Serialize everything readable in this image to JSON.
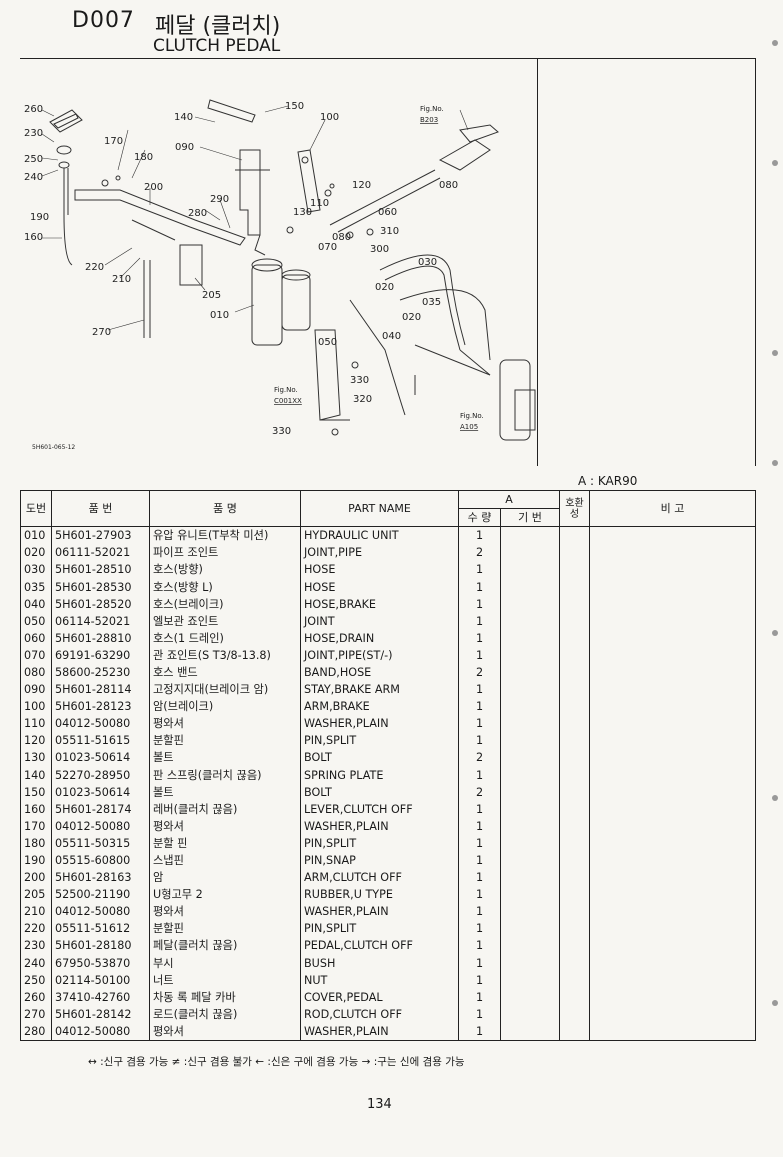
{
  "header": {
    "code": "D007",
    "title_kr": "페달 (클러치)",
    "title_en": "CLUTCH PEDAL"
  },
  "diagram": {
    "image_code": "5H601-065-12",
    "callouts": [
      "260",
      "230",
      "250",
      "240",
      "190",
      "160",
      "170",
      "180",
      "090",
      "140",
      "150",
      "100",
      "200",
      "290",
      "280",
      "220",
      "210",
      "270",
      "205",
      "010",
      "120",
      "110",
      "130",
      "060",
      "070",
      "080",
      "310",
      "300",
      "030",
      "020",
      "035",
      "020",
      "050",
      "040",
      "330",
      "320",
      "330",
      "080"
    ],
    "fig_refs": [
      {
        "line1": "Fig.No.",
        "line2": "B203"
      },
      {
        "line1": "Fig.No.",
        "line2": "C001XX"
      },
      {
        "line1": "Fig.No.",
        "line2": "A105"
      }
    ]
  },
  "model_note": "A : KAR90",
  "table": {
    "headers": {
      "ref": "도번",
      "part_no": "품    번",
      "name_kr": "품          명",
      "part_name": "PART  NAME",
      "group_a": "A",
      "qty": "수 량",
      "model": "기 번",
      "interchange": "호환성",
      "remarks": "비     고"
    },
    "rows": [
      {
        "ref": "010",
        "part_no": "5H601-27903",
        "name_kr": "유압 유니트(T부착 미션)",
        "part_name": "HYDRAULIC UNIT",
        "qty": "1"
      },
      {
        "ref": "020",
        "part_no": "06111-52021",
        "name_kr": "파이프 조인트",
        "part_name": "JOINT,PIPE",
        "qty": "2"
      },
      {
        "ref": "030",
        "part_no": "5H601-28510",
        "name_kr": "호스(방향)",
        "part_name": "HOSE",
        "qty": "1"
      },
      {
        "ref": "035",
        "part_no": "5H601-28530",
        "name_kr": "호스(방향 L)",
        "part_name": "HOSE",
        "qty": "1"
      },
      {
        "ref": "040",
        "part_no": "5H601-28520",
        "name_kr": "호스(브레이크)",
        "part_name": "HOSE,BRAKE",
        "qty": "1"
      },
      {
        "ref": "050",
        "part_no": "06114-52021",
        "name_kr": "엘보관 죠인트",
        "part_name": "JOINT",
        "qty": "1"
      },
      {
        "ref": "060",
        "part_no": "5H601-28810",
        "name_kr": "호스(1 드레인)",
        "part_name": "HOSE,DRAIN",
        "qty": "1"
      },
      {
        "ref": "070",
        "part_no": "69191-63290",
        "name_kr": "관 죠인트(S T3/8-13.8)",
        "part_name": "JOINT,PIPE(ST/-)",
        "qty": "1"
      },
      {
        "ref": "080",
        "part_no": "58600-25230",
        "name_kr": "호스 밴드",
        "part_name": "BAND,HOSE",
        "qty": "2"
      },
      {
        "ref": "090",
        "part_no": "5H601-28114",
        "name_kr": "고정지지대(브레이크 암)",
        "part_name": "STAY,BRAKE ARM",
        "qty": "1"
      },
      {
        "ref": "100",
        "part_no": "5H601-28123",
        "name_kr": "암(브레이크)",
        "part_name": "ARM,BRAKE",
        "qty": "1"
      },
      {
        "ref": "110",
        "part_no": "04012-50080",
        "name_kr": "평와셔",
        "part_name": "WASHER,PLAIN",
        "qty": "1"
      },
      {
        "ref": "120",
        "part_no": "05511-51615",
        "name_kr": "분할핀",
        "part_name": "PIN,SPLIT",
        "qty": "1"
      },
      {
        "ref": "130",
        "part_no": "01023-50614",
        "name_kr": "볼트",
        "part_name": "BOLT",
        "qty": "2"
      },
      {
        "ref": "140",
        "part_no": "52270-28950",
        "name_kr": "판 스프링(클러치 끊음)",
        "part_name": "SPRING PLATE",
        "qty": "1"
      },
      {
        "ref": "150",
        "part_no": "01023-50614",
        "name_kr": "볼트",
        "part_name": "BOLT",
        "qty": "2"
      },
      {
        "ref": "160",
        "part_no": "5H601-28174",
        "name_kr": "레버(클러치 끊음)",
        "part_name": "LEVER,CLUTCH OFF",
        "qty": "1"
      },
      {
        "ref": "170",
        "part_no": "04012-50080",
        "name_kr": "평와셔",
        "part_name": "WASHER,PLAIN",
        "qty": "1"
      },
      {
        "ref": "180",
        "part_no": "05511-50315",
        "name_kr": "분할 핀",
        "part_name": "PIN,SPLIT",
        "qty": "1"
      },
      {
        "ref": "190",
        "part_no": "05515-60800",
        "name_kr": "스냅핀",
        "part_name": "PIN,SNAP",
        "qty": "1"
      },
      {
        "ref": "200",
        "part_no": "5H601-28163",
        "name_kr": "암",
        "part_name": "ARM,CLUTCH OFF",
        "qty": "1"
      },
      {
        "ref": "205",
        "part_no": "52500-21190",
        "name_kr": "U형고무 2",
        "part_name": "RUBBER,U TYPE",
        "qty": "1"
      },
      {
        "ref": "210",
        "part_no": "04012-50080",
        "name_kr": "평와셔",
        "part_name": "WASHER,PLAIN",
        "qty": "1"
      },
      {
        "ref": "220",
        "part_no": "05511-51612",
        "name_kr": "분할핀",
        "part_name": "PIN,SPLIT",
        "qty": "1"
      },
      {
        "ref": "230",
        "part_no": "5H601-28180",
        "name_kr": "페달(클러치 끊음)",
        "part_name": "PEDAL,CLUTCH OFF",
        "qty": "1"
      },
      {
        "ref": "240",
        "part_no": "67950-53870",
        "name_kr": "부시",
        "part_name": "BUSH",
        "qty": "1"
      },
      {
        "ref": "250",
        "part_no": "02114-50100",
        "name_kr": "너트",
        "part_name": "NUT",
        "qty": "1"
      },
      {
        "ref": "260",
        "part_no": "37410-42760",
        "name_kr": "차동 록 페달 카바",
        "part_name": "COVER,PEDAL",
        "qty": "1"
      },
      {
        "ref": "270",
        "part_no": "5H601-28142",
        "name_kr": "로드(클러치 끊음)",
        "part_name": "ROD,CLUTCH OFF",
        "qty": "1"
      },
      {
        "ref": "280",
        "part_no": "04012-50080",
        "name_kr": "평와셔",
        "part_name": "WASHER,PLAIN",
        "qty": "1"
      }
    ]
  },
  "legend": "↔ :신구 겸용 가능    ≠ :신구 겸용 불가    ← :신은 구에 겸용 가능    → :구는 신에 겸용 가능",
  "page_number": "134"
}
